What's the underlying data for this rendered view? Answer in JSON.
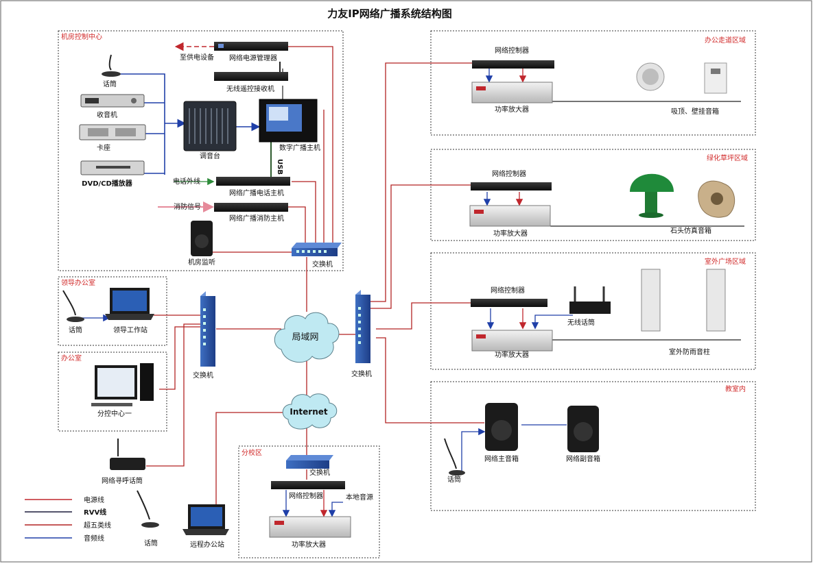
{
  "title": "力友IP网络广播系统结构图",
  "zones": {
    "machine_room": "机房控制中心",
    "leader_office": "领导办公室",
    "office": "办公室",
    "branch": "分校区",
    "corridor": "办公走道区域",
    "lawn": "绿化草坪区域",
    "plaza": "室外广场区域",
    "classroom": "教室内"
  },
  "devices": {
    "mic1": "话筒",
    "radio": "收音机",
    "cassette": "卡座",
    "dvd": "DVD/CD播放器",
    "mixer": "调音台",
    "to_power": "至供电设备",
    "power_mgr": "网络电源管理器",
    "wireless_rx": "无线遥控接收机",
    "main_host": "数字广播主机",
    "usb": "USB",
    "phone_line": "电话外线",
    "phone_host": "网络广播电话主机",
    "fire_signal": "消防信号",
    "fire_host": "网络广播消防主机",
    "room_monitor": "机房监听",
    "switch_room": "交换机",
    "mic_leader": "话筒",
    "leader_ws": "领导工作站",
    "switch_left": "交换机",
    "sub_center": "分控中心一",
    "paging_mic": "网络寻呼话筒",
    "lan": "局域网",
    "internet": "Internet",
    "switch_center": "交换机",
    "switch_branch": "交换机",
    "ctrl_branch": "网络控制器",
    "local_src": "本地音源",
    "amp_branch": "功率放大器",
    "mic_remote": "话筒",
    "remote_office": "远程办公站",
    "ctrl_corridor": "网络控制器",
    "amp_corridor": "功率放大器",
    "spk_corridor": "吸顶、壁挂音箱",
    "ctrl_lawn": "网络控制器",
    "amp_lawn": "功率放大器",
    "spk_lawn": "石头仿真音箱",
    "ctrl_plaza": "网络控制器",
    "wireless_mic": "无线话筒",
    "amp_plaza": "功率放大器",
    "spk_plaza": "室外防雨音柱",
    "net_main_spk": "网络主音箱",
    "net_sub_spk": "网络副音箱",
    "mic_class": "话筒"
  },
  "legend": [
    {
      "label": "电源线",
      "color": "#c0272d"
    },
    {
      "label": "RVV线",
      "color": "#1a1a3a"
    },
    {
      "label": "超五类线",
      "color": "#b22222"
    },
    {
      "label": "音频线",
      "color": "#1f3fa8"
    }
  ],
  "colors": {
    "zone_label": "#d12a2a",
    "cat5": "#b22222",
    "audio": "#1f3fa8",
    "phone": "#2e8b3a",
    "fire": "#e68a9a",
    "cloud": "#bfe9f2"
  }
}
